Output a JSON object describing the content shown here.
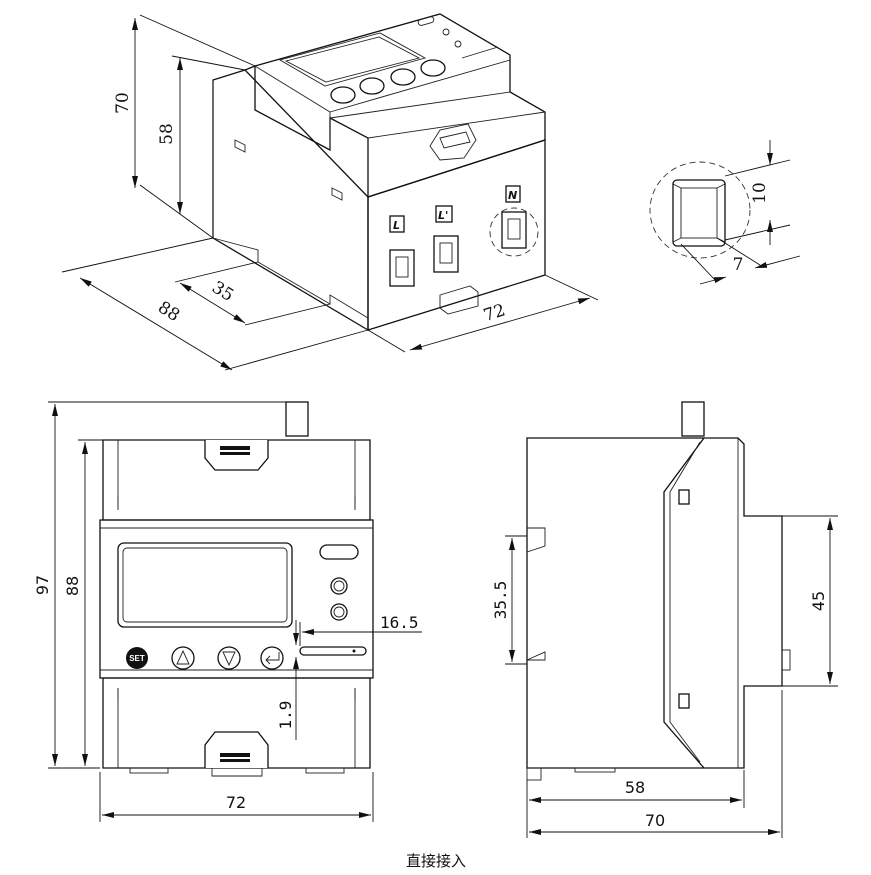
{
  "iso_view": {
    "dims": {
      "height_70": "70",
      "height_58": "58",
      "depth_88": "88",
      "depth_35": "35",
      "width_72": "72"
    },
    "terminals": {
      "l": "L",
      "l_prime": "L'",
      "n": "N"
    }
  },
  "detail_view": {
    "dims": {
      "height_10": "10",
      "width_7": "7"
    }
  },
  "front_view": {
    "dims": {
      "height_97": "97",
      "height_88": "88",
      "width_72": "72",
      "offset_16_5": "16.5",
      "offset_1_9": "1.9"
    },
    "buttons": {
      "set": "SET"
    }
  },
  "side_view": {
    "dims": {
      "rail_35_5": "35.5",
      "height_45": "45",
      "depth_58": "58",
      "depth_70": "70"
    }
  },
  "caption": "直接接入"
}
